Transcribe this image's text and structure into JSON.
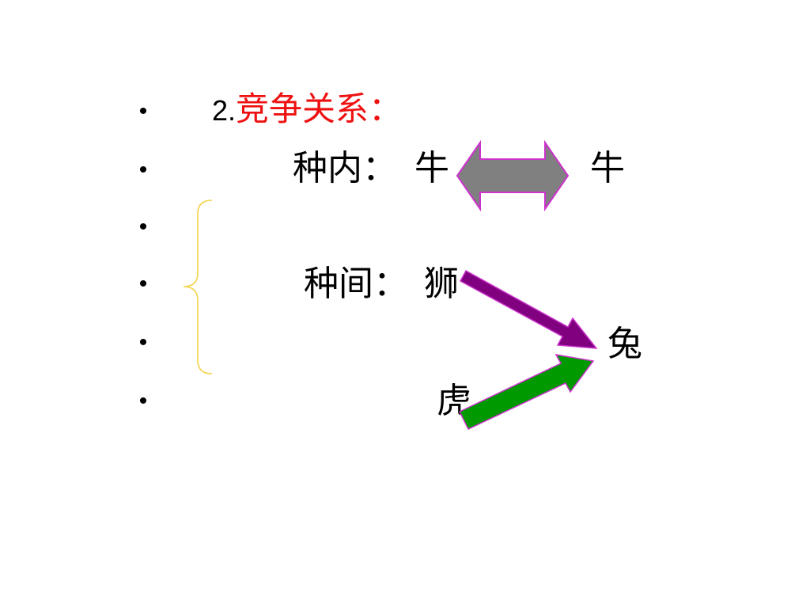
{
  "slide": {
    "bullets": [
      "•",
      "•",
      "•",
      "•",
      "•",
      "•"
    ],
    "title": {
      "number": "2.",
      "text": "竞争关系：",
      "text_color": "#ee1111"
    },
    "intraspecific": {
      "label": "种内：",
      "left_animal": "牛",
      "right_animal": "牛"
    },
    "interspecific": {
      "label": "种间：",
      "animal_a": "狮",
      "animal_b": "虎",
      "target": "兔"
    },
    "colors": {
      "double_arrow_fill": "#808080",
      "double_arrow_stroke": "#cc33cc",
      "purple_arrow": "#800080",
      "green_arrow": "#009900",
      "brace": "#f2d44a"
    }
  }
}
